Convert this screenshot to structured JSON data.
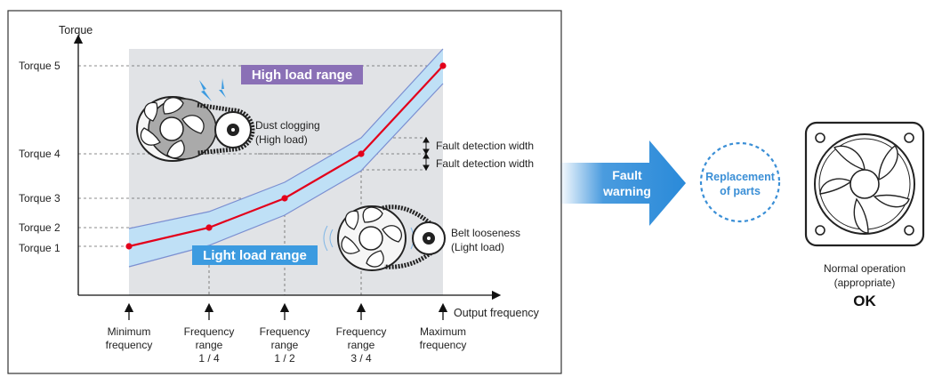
{
  "chart": {
    "y_axis_title": "Torque",
    "x_axis_title": "Output frequency",
    "y_ticks": [
      "Torque 5",
      "Torque 4",
      "Torque 3",
      "Torque 2",
      "Torque 1"
    ],
    "x_ticks": [
      {
        "l1": "Minimum",
        "l2": "frequency",
        "l3": ""
      },
      {
        "l1": "Frequency",
        "l2": "range",
        "l3": "1 / 4"
      },
      {
        "l1": "Frequency",
        "l2": "range",
        "l3": "1 / 2"
      },
      {
        "l1": "Frequency",
        "l2": "range",
        "l3": "3 / 4"
      },
      {
        "l1": "Maximum",
        "l2": "frequency",
        "l3": ""
      }
    ],
    "high_load_label": "High load range",
    "light_load_label": "Light load range",
    "fault_width_1": "Fault detection width",
    "fault_width_2": "Fault detection width",
    "dust": {
      "l1": "Dust clogging",
      "l2": "(High load)"
    },
    "belt": {
      "l1": "Belt looseness",
      "l2": "(Light load)"
    }
  },
  "arrow": {
    "l1": "Fault",
    "l2": "warning"
  },
  "replacement": {
    "l1": "Replacement",
    "l2": "of parts"
  },
  "normal": {
    "l1": "Normal operation",
    "l2": "(appropriate)",
    "l3": "OK"
  },
  "colors": {
    "curve": "#e3001b",
    "band_fill": "#bfe0f6",
    "band_edge": "#7b8fd1",
    "shade": "#e1e3e6",
    "high_badge": "#8a70b6",
    "light_badge": "#3c9be0",
    "arrow": "#2a8ad9",
    "dashed_circle": "#3b8fd6"
  }
}
